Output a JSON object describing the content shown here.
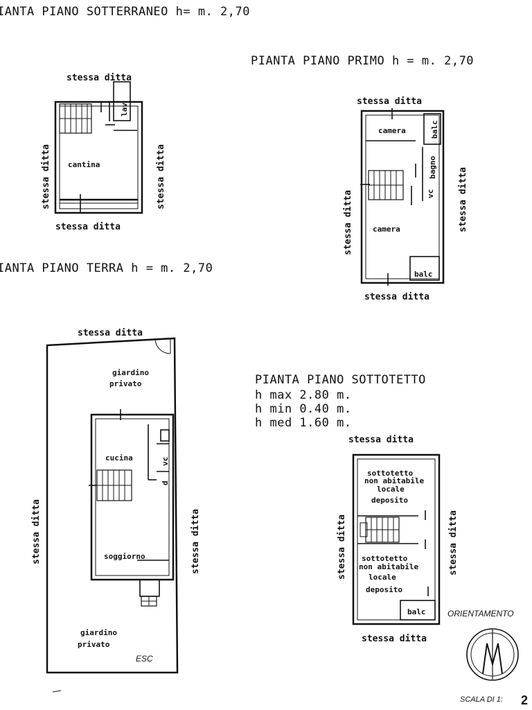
{
  "plans": {
    "basement": {
      "title": "IANTA PIANO SOTTERRANEO h= m. 2,70",
      "label_top": "stessa ditta",
      "label_bottom": "stessa ditta",
      "label_left": "stessa ditta",
      "label_right": "stessa ditta",
      "room_main": "cantina",
      "room_small": "lav"
    },
    "first": {
      "title": "PIANTA PIANO PRIMO h = m. 2,70",
      "label_top": "stessa ditta",
      "label_bottom": "stessa ditta",
      "label_left": "stessa ditta",
      "label_right": "stessa ditta",
      "room_top": "camera",
      "room_main": "camera",
      "bathroom": "bagno",
      "wc": "vc",
      "balcony_top": "balc",
      "balcony_bottom": "balc"
    },
    "ground": {
      "title": "IANTA PIANO TERRA h = m. 2,70",
      "label_top": "stessa ditta",
      "label_left": "stessa ditta",
      "label_right": "stessa ditta",
      "garden_top_1": "giardino",
      "garden_top_2": "privato",
      "garden_bottom_1": "giardino",
      "garden_bottom_2": "privato",
      "kitchen": "cucina",
      "living": "soggiorno",
      "wc": "vc",
      "closet": "d",
      "initials": "ESC"
    },
    "attic": {
      "title": "PIANTA PIANO SOTTOTETTO",
      "h_max": "h max 2.80 m.",
      "h_min": "h min  0.40 m.",
      "h_med": "h med  1.60 m.",
      "label_top": "stessa ditta",
      "label_bottom": "stessa ditta",
      "label_left": "stessa ditta",
      "label_right": "stessa ditta",
      "upper_1": "sottotetto",
      "upper_2": "non abitabile",
      "upper_3": "locale",
      "upper_4": "deposito",
      "lower_1": "sottotetto",
      "lower_2": "non abitabile",
      "lower_3": "locale",
      "lower_4": "deposito",
      "balcony": "balc"
    }
  },
  "orientation_label": "ORIENTAMENTO",
  "scale_label": "SCALA DI 1:",
  "scale_value": "2"
}
